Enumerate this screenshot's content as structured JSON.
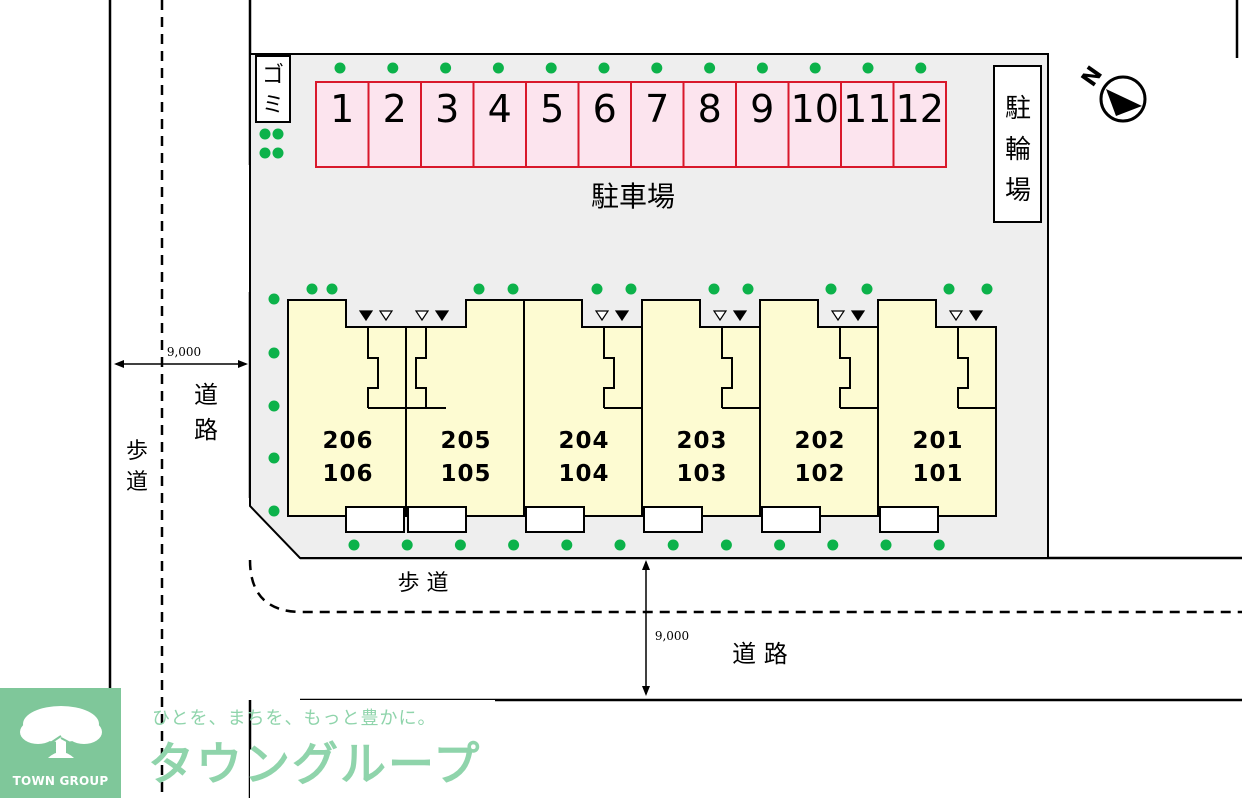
{
  "parking": {
    "label": "駐車場",
    "spaces": [
      "1",
      "2",
      "3",
      "4",
      "5",
      "6",
      "7",
      "8",
      "9",
      "10",
      "11",
      "12"
    ]
  },
  "garbage_label": [
    "ゴ",
    "ミ"
  ],
  "bicycle_parking_label": [
    "駐",
    "輪",
    "場"
  ],
  "units": [
    {
      "upper": "206",
      "lower": "106"
    },
    {
      "upper": "205",
      "lower": "105"
    },
    {
      "upper": "204",
      "lower": "104"
    },
    {
      "upper": "203",
      "lower": "103"
    },
    {
      "upper": "202",
      "lower": "102"
    },
    {
      "upper": "201",
      "lower": "101"
    }
  ],
  "roads": {
    "left_road_label": [
      "道",
      "路"
    ],
    "left_sidewalk_label": [
      "歩",
      "道"
    ],
    "bottom_road_label": "道 路",
    "bottom_sidewalk_label": "歩 道",
    "left_road_width": "9,000",
    "bottom_road_width": "9,000"
  },
  "compass": {
    "label": "N"
  },
  "brand": {
    "name": "TOWN GROUP",
    "slogan": "ひとを、まちを、もっと豊かに。",
    "wordmark": "タウングループ"
  },
  "colors": {
    "lot": "#eeeeee",
    "parking_fill": "#fce4ee",
    "parking_line": "#d9182b",
    "building_fill": "#fdfbd2",
    "tree": "#0cb24a",
    "brand_green": "#7fc79a"
  }
}
